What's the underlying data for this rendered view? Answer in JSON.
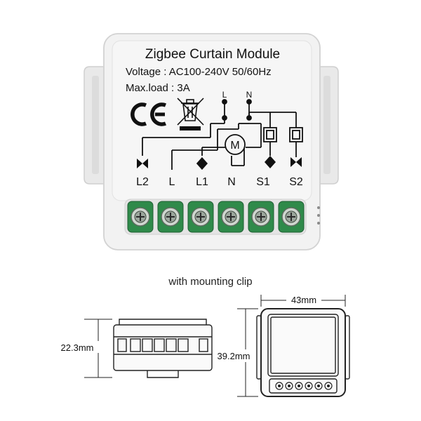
{
  "module": {
    "title": "Zigbee Curtain Module",
    "voltage": "Voltage : AC100-240V 50/60Hz",
    "max_load": "Max.load : 3A",
    "ce_mark": "CE",
    "motor_symbol": "M",
    "top_terminals": [
      "L",
      "N"
    ],
    "terminals": [
      "L2",
      "L",
      "L1",
      "N",
      "S1",
      "S2"
    ],
    "screw_count": 6,
    "icons": [
      "ce-mark-icon",
      "weee-bin-icon",
      "motor-icon",
      "switch-icon"
    ]
  },
  "caption": "with mounting clip",
  "dimensions": {
    "width": "43mm",
    "height_side": "22.3mm",
    "height_front": "39.2mm"
  },
  "colors": {
    "housing": "#f2f2f2",
    "housing_edge": "#d2d2d2",
    "terminal_green": "#2f8a4a",
    "ink": "#111111"
  }
}
